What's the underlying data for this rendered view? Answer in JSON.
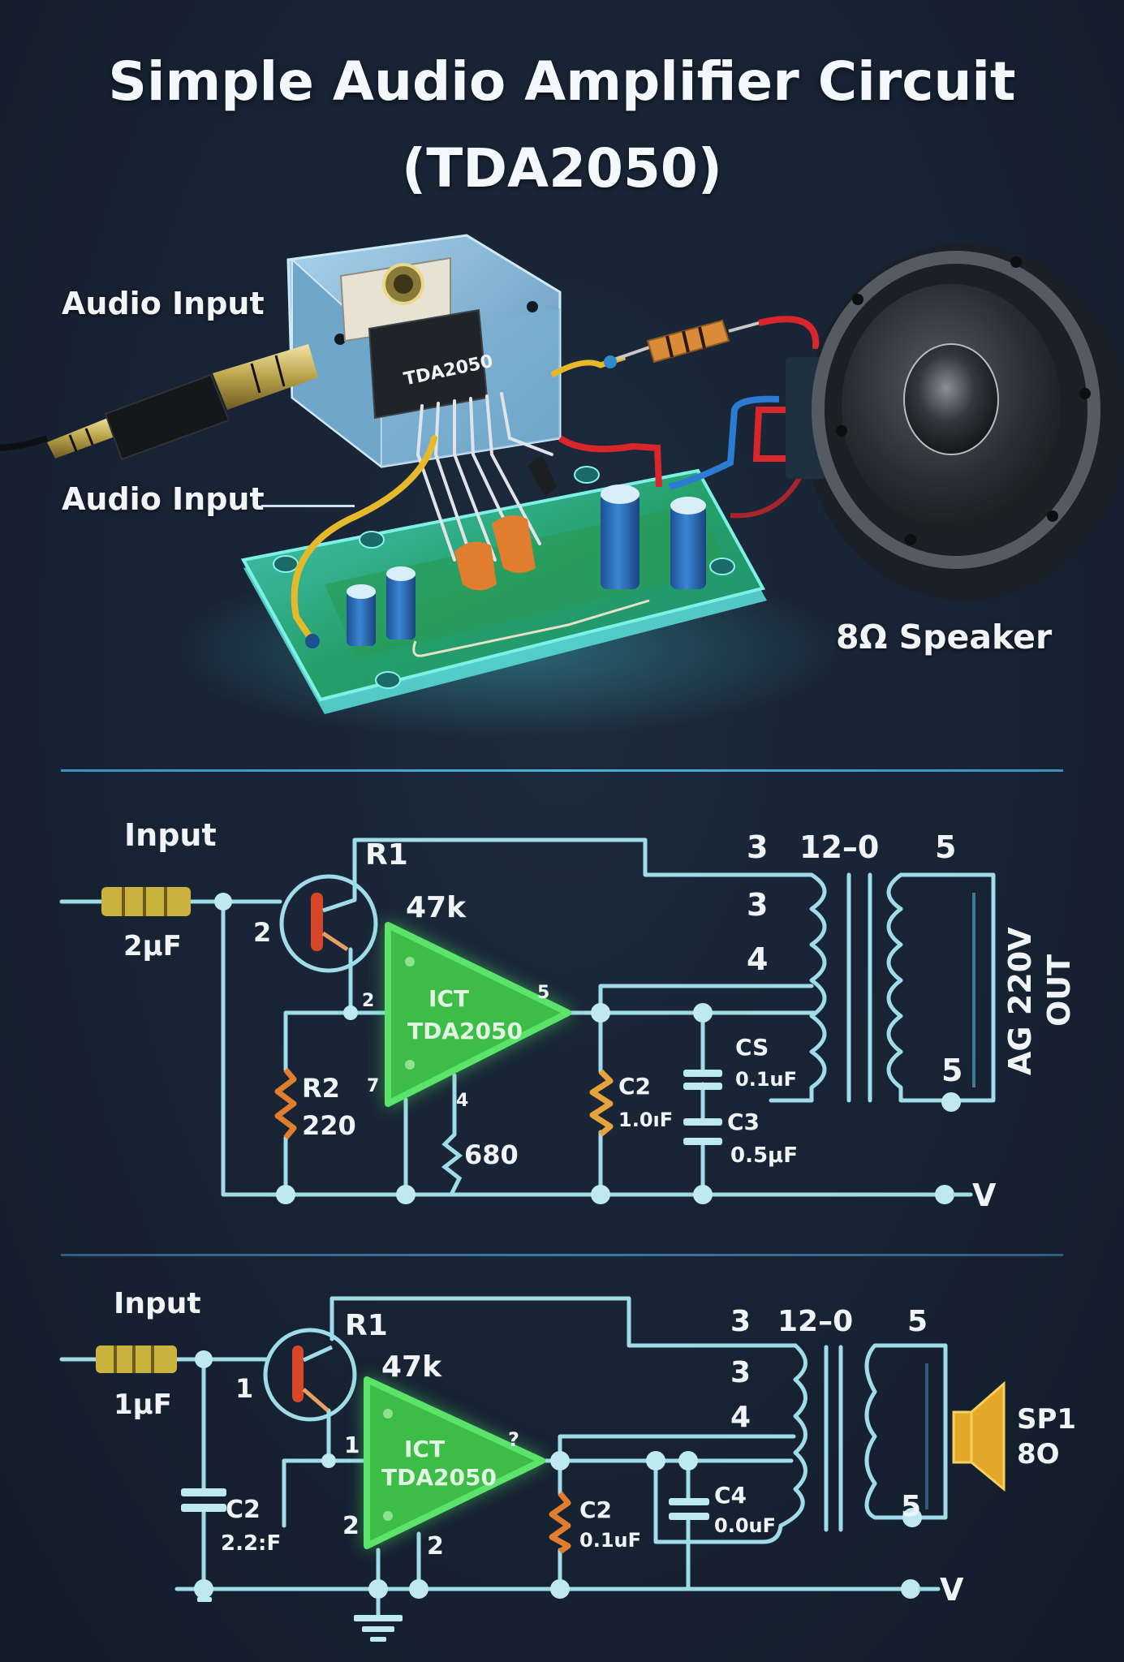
{
  "title": {
    "line1": "Simple Audio Amplifier Circuit",
    "line2": "(TDA2050)"
  },
  "illustration": {
    "labels": {
      "audio_input_top": "Audio Input",
      "audio_input_bottom": "Audio Input",
      "speaker": "8Ω Speaker"
    },
    "ic_marking": "TDA2050",
    "colors": {
      "heatsink": "#7fb4d6",
      "pcb": "#2aa36b",
      "pcb_edge": "#5fe3d9",
      "capacitor": "#2f6db3",
      "resistor": "#e07d2e",
      "wire_red": "#d8262c",
      "wire_blue": "#2b7bd3",
      "wire_yellow": "#e5b92a",
      "speaker": "#22262c"
    }
  },
  "schematic_1": {
    "input_label": "Input",
    "input_cap_value": "2μF",
    "transistor_label": "R1",
    "transistor_value": "47k",
    "transistor_pin": "2",
    "ic_line1": "ICT",
    "ic_line2": "TDA2050",
    "ic_pin_in": "2",
    "ic_pin_out": "5",
    "ic_pin_fb": "7",
    "ic_pin_gnd": "4",
    "r2_label": "R2",
    "r2_value": "220",
    "r_bottom_value": "680",
    "c2_label": "C2",
    "c2_value": "1.0ıF",
    "cs_label": "CS",
    "cs_value": "0.1uF",
    "c3_label": "C3",
    "c3_value": "0.5μF",
    "transformer_top": [
      "3",
      "12–0",
      "5"
    ],
    "primary_taps": [
      "3",
      "4"
    ],
    "secondary_tap": "5",
    "output_label_line1": "AG 220V",
    "output_label_line2": "OUT",
    "rail_label": "V"
  },
  "schematic_2": {
    "input_label": "Input",
    "input_cap_value": "1μF",
    "transistor_label": "R1",
    "transistor_value": "47k",
    "transistor_pin": "1",
    "ic_line1": "ICT",
    "ic_line2": "TDA2050",
    "ic_pin_in": "1",
    "ic_pin_out": "?",
    "ic_pin_fb": "2",
    "ic_pin_gnd": "2",
    "c2a_label": "C2",
    "c2a_value": "2.2:F",
    "c2b_label": "C2",
    "c2b_value": "0.1uF",
    "c4_label": "C4",
    "c4_value": "0.0uF",
    "transformer_top": [
      "3",
      "12–0",
      "5"
    ],
    "primary_taps": [
      "3",
      "4"
    ],
    "secondary_tap": "5",
    "speaker_label": "SP1",
    "speaker_value": "8O",
    "rail_label": "V"
  }
}
